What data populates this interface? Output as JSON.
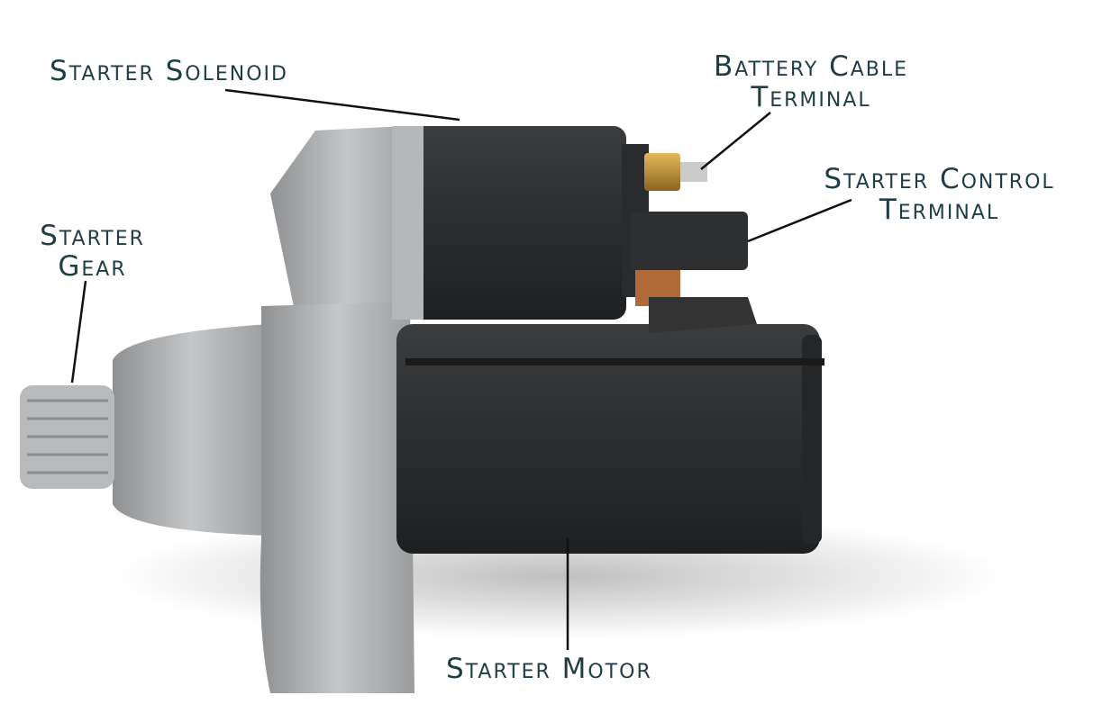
{
  "labels": {
    "solenoid": "Starter Solenoid",
    "battery_line1": "Battery Cable",
    "battery_line2": "Terminal",
    "control_line1": "Starter Control",
    "control_line2": "Terminal",
    "gear_line1": "Starter",
    "gear_line2": "Gear",
    "motor": "Starter Motor"
  },
  "colors": {
    "label": "#1f3d45",
    "motor_body": "#2f3133",
    "housing": "#a9abad"
  }
}
